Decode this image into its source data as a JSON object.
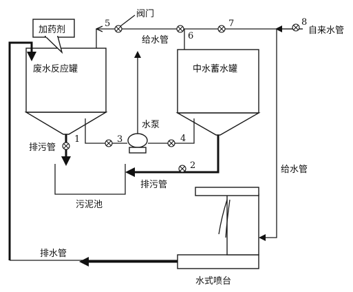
{
  "labels": {
    "valve": "阀门",
    "dosing": "加药剂",
    "wastewater_tank": "废水反应罐",
    "reclaimed_tank": "中水蓄水罐",
    "supply_pipe_top": "给水管",
    "tap_water_pipe": "自来水管",
    "pump": "水泵",
    "sewage_pipe_left": "排污管",
    "sewage_pipe_right": "排污管",
    "sludge_pool": "污泥池",
    "supply_pipe_right": "给水管",
    "drain_pipe": "排水管",
    "fountain": "水式喷台"
  },
  "valves": [
    {
      "id": "1",
      "label": "1"
    },
    {
      "id": "2",
      "label": "2"
    },
    {
      "id": "3",
      "label": "3"
    },
    {
      "id": "4",
      "label": "4"
    },
    {
      "id": "5",
      "label": "5"
    },
    {
      "id": "6",
      "label": "6"
    },
    {
      "id": "7",
      "label": "7"
    },
    {
      "id": "8",
      "label": "8"
    }
  ],
  "colors": {
    "ink": "#111111",
    "background": "#ffffff"
  }
}
